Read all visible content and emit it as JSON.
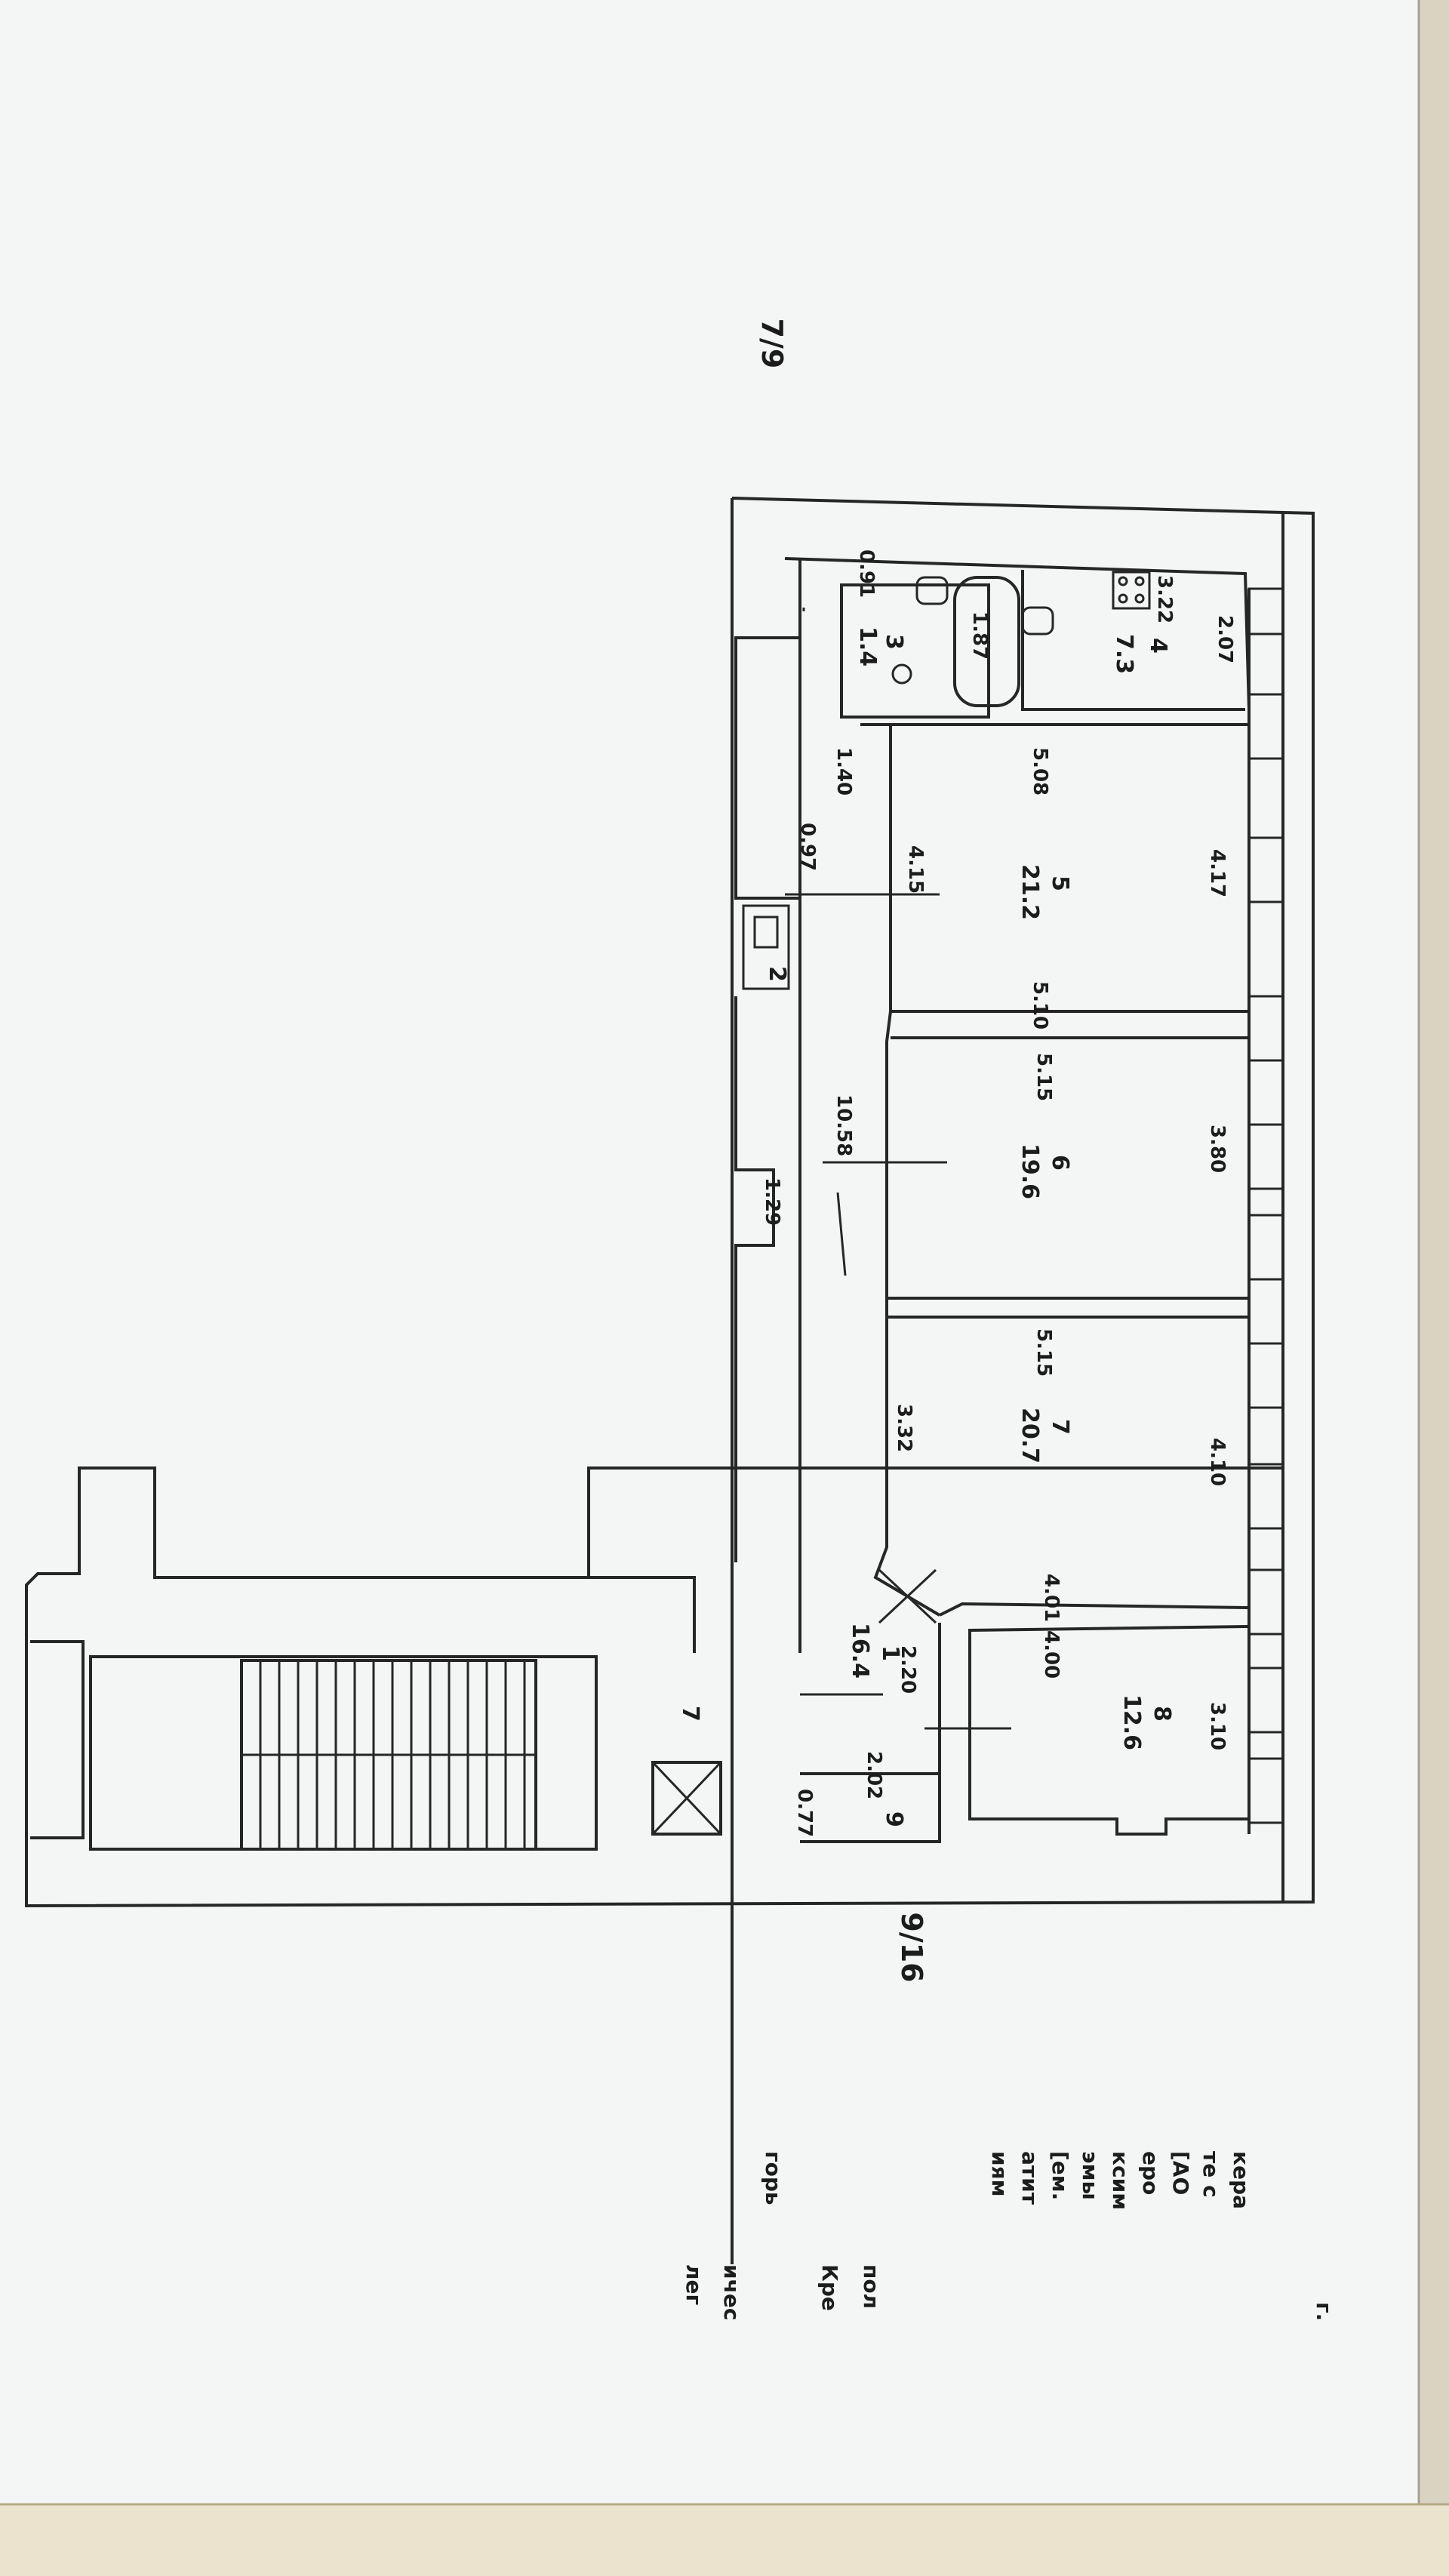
{
  "floor_plan": {
    "header_marks": {
      "top": "7/9",
      "bottom": "9/16"
    },
    "rooms": [
      {
        "number": "1",
        "area": "16.4"
      },
      {
        "number": "2",
        "area": ""
      },
      {
        "number": "3",
        "area": "1.4"
      },
      {
        "number": "4",
        "area": "7.3"
      },
      {
        "number": "5",
        "area": "21.2"
      },
      {
        "number": "6",
        "area": "19.6"
      },
      {
        "number": "7",
        "area": "20.7"
      },
      {
        "number": "8",
        "area": "12.6"
      },
      {
        "number": "9",
        "area": ""
      }
    ],
    "stair_label": "7",
    "dimensions": {
      "toilet_width": "0.91",
      "bath_length": "1.87",
      "kitchen_width": "3.22",
      "kitchen_depth": "2.07",
      "hall_width": "1.40",
      "hall_step": "0.97",
      "room5_top": "5.08",
      "room5_left": "4.15",
      "room5_right": "4.17",
      "room5_bottom": "5.10",
      "corridor_length": "10.58",
      "corridor_width": "1.29",
      "room6_top": "5.15",
      "room6_right": "3.80",
      "room7_top": "5.15",
      "room7_left": "3.32",
      "room7_right": "4.10",
      "room7_bottom": "4.01",
      "room8_top": "4.00",
      "room8_right": "3.10",
      "entry_width": "2.20",
      "storage_length": "2.02",
      "storage_width": "0.77"
    }
  },
  "margin_text": {
    "right_edge": [
      "г.",
      "кера",
      "те с",
      "[АО",
      "еро",
      "ксим",
      "эмы",
      "[ем.",
      "атит",
      "иям",
      "горь"
    ],
    "bottom_edge": [
      "пол",
      "ичес",
      "лег",
      "Кре"
    ]
  }
}
